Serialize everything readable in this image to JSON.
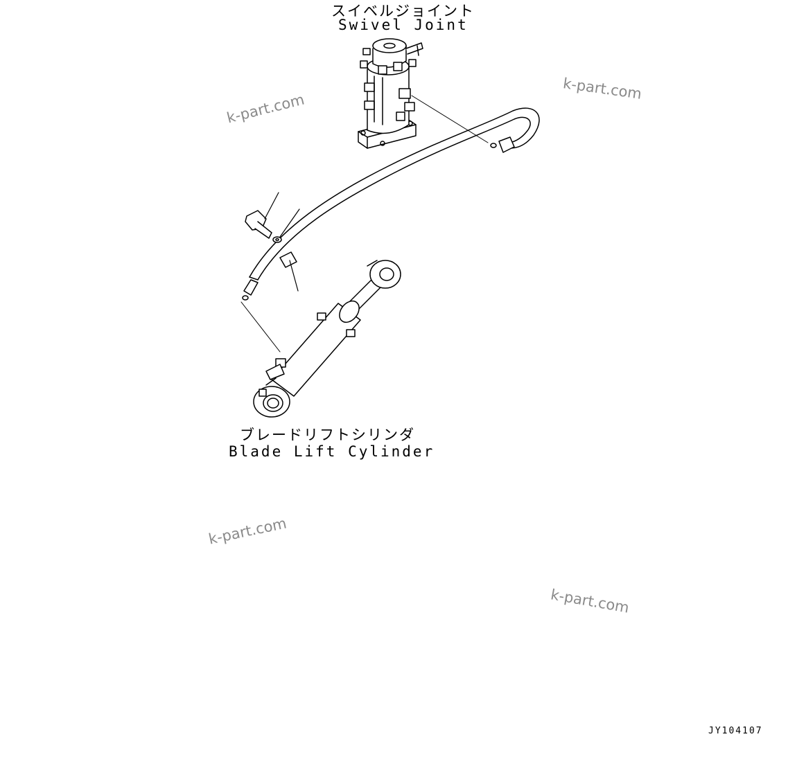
{
  "labels": {
    "swivel_joint_jp": "スイベルジョイント",
    "swivel_joint_en": "Swivel Joint",
    "blade_lift_cylinder_jp": "ブレードリフトシリンダ",
    "blade_lift_cylinder_en": "Blade Lift Cylinder"
  },
  "reference_code": "JY104107",
  "watermarks": [
    "k-part.com",
    "k-part.com",
    "k-part.com",
    "k-part.com"
  ]
}
